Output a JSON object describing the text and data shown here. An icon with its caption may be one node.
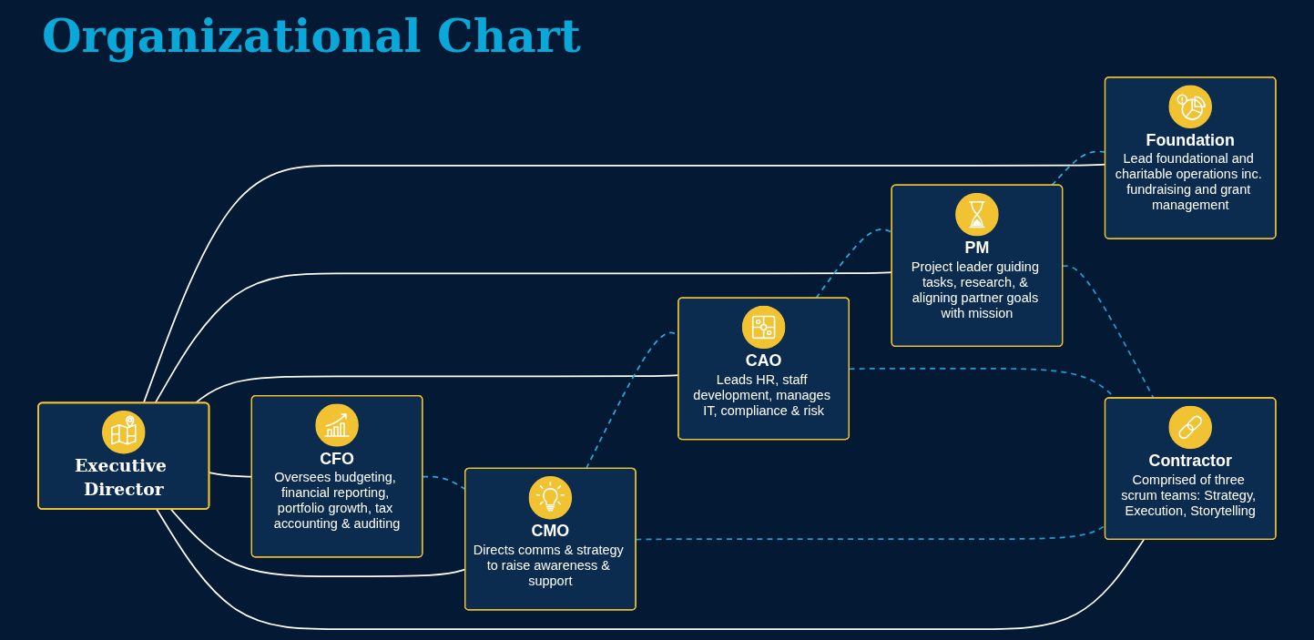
{
  "diagram": {
    "title": "Organizational Chart",
    "nodes": [
      {
        "text": [
          "Executive Director"
        ]
      },
      {
        "text": [
          "CFO",
          "Oversees budgeting, financial reporting, portfolio growth, tax accounting & auditing"
        ]
      },
      {
        "text": [
          "CMO",
          "Directs comms & strategy to raise awareness & support"
        ]
      },
      {
        "text": [
          "CAO",
          "Leads HR, staff development, manages IT, compliance & risk"
        ]
      },
      {
        "text": [
          "PM",
          "Project leader guiding tasks, research, & aligning partner goals with mission"
        ]
      },
      {
        "text": [
          "Foundation",
          "Lead foundational and charitable operations inc. fundraising and grant management"
        ]
      },
      {
        "text": [
          "Contractor",
          "Comprised of three scrum teams: Strategy, Execution, Storytelling"
        ]
      }
    ],
    "edges": [
      {
        "from": 0,
        "to": 1,
        "arrow": "none"
      },
      {
        "from": 0,
        "to": 2,
        "arrow": "none"
      },
      {
        "from": 0,
        "to": 3,
        "arrow": "none"
      },
      {
        "from": 0,
        "to": 4,
        "arrow": "none"
      },
      {
        "from": 0,
        "to": 5,
        "arrow": "none"
      },
      {
        "from": 0,
        "to": 6,
        "arrow": "none"
      },
      {
        "from": 1,
        "to": 2,
        "arrow": "none",
        "style": "dashed",
        "color": "#29abe2"
      },
      {
        "from": 2,
        "to": 3,
        "arrow": "none",
        "style": "dashed",
        "color": "#29abe2"
      },
      {
        "from": 3,
        "to": 4,
        "arrow": "none",
        "style": "dashed",
        "color": "#29abe2"
      },
      {
        "from": 4,
        "to": 5,
        "arrow": "none",
        "style": "dashed",
        "color": "#29abe2"
      },
      {
        "from": 2,
        "to": 6,
        "arrow": "none",
        "style": "dashed",
        "color": "#1e9fd0"
      },
      {
        "from": 3,
        "to": 6,
        "arrow": "none",
        "style": "dashed",
        "color": "#1e9fd0"
      },
      {
        "from": 4,
        "to": 6,
        "arrow": "none",
        "style": "dashed",
        "color": "#1e9fd0"
      }
    ]
  }
}
